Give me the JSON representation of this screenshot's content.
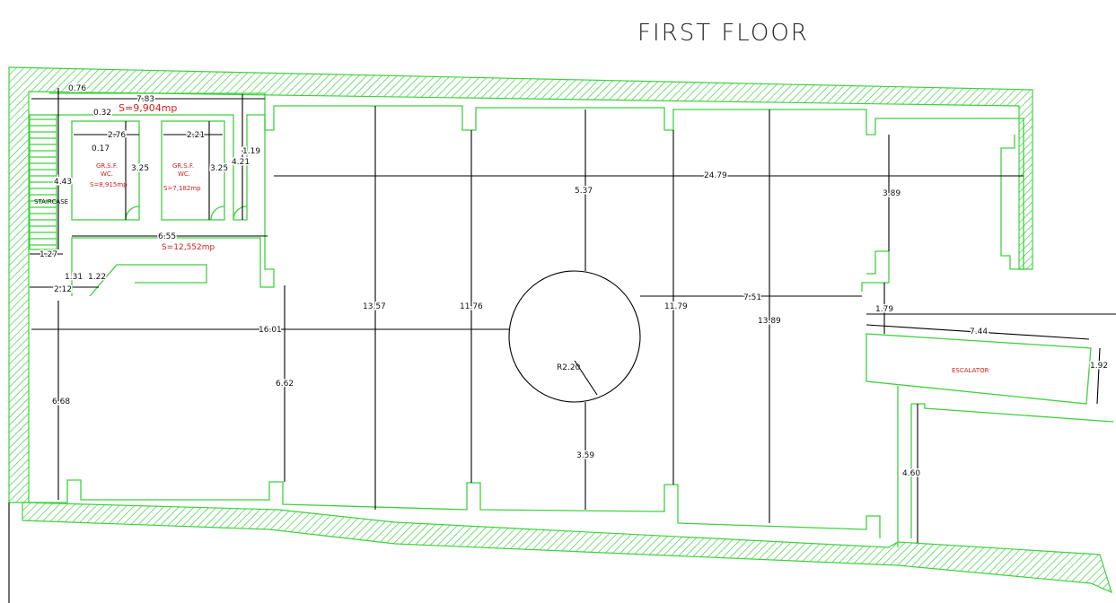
{
  "title": "FIRST FLOOR",
  "rooms": {
    "staircase": "STAIRCASE",
    "wc1_name": "GR.S.F.",
    "wc1_sub": "WC.",
    "wc1_area": "S=8,915mp",
    "wc2_name": "GR.S.F.",
    "wc2_sub": "WC.",
    "wc2_area": "S=7,182mp",
    "block_area": "S=9,904mp",
    "corridor_area": "S=12,552mp",
    "escalator": "ESCALATOR",
    "radius": "R2.20"
  },
  "dimensions": [
    "0.76",
    "7.83",
    "0.32",
    "2.76",
    "0.17",
    "2.21",
    "1.19",
    "4.21",
    "3.25",
    "3.25",
    "4.43",
    "6.55",
    "1.27",
    "1.31",
    "1.22",
    "2.12",
    "24.79",
    "5.37",
    "3.89",
    "13.57",
    "11.76",
    "11.79",
    "13.89",
    "7.51",
    "1.79",
    "7.44",
    "1.92",
    "16.01",
    "6.68",
    "6.62",
    "3.59",
    "4.60"
  ],
  "colors": {
    "wall": "#3fd13f",
    "label": "#d02020",
    "dimension": "#000000"
  }
}
